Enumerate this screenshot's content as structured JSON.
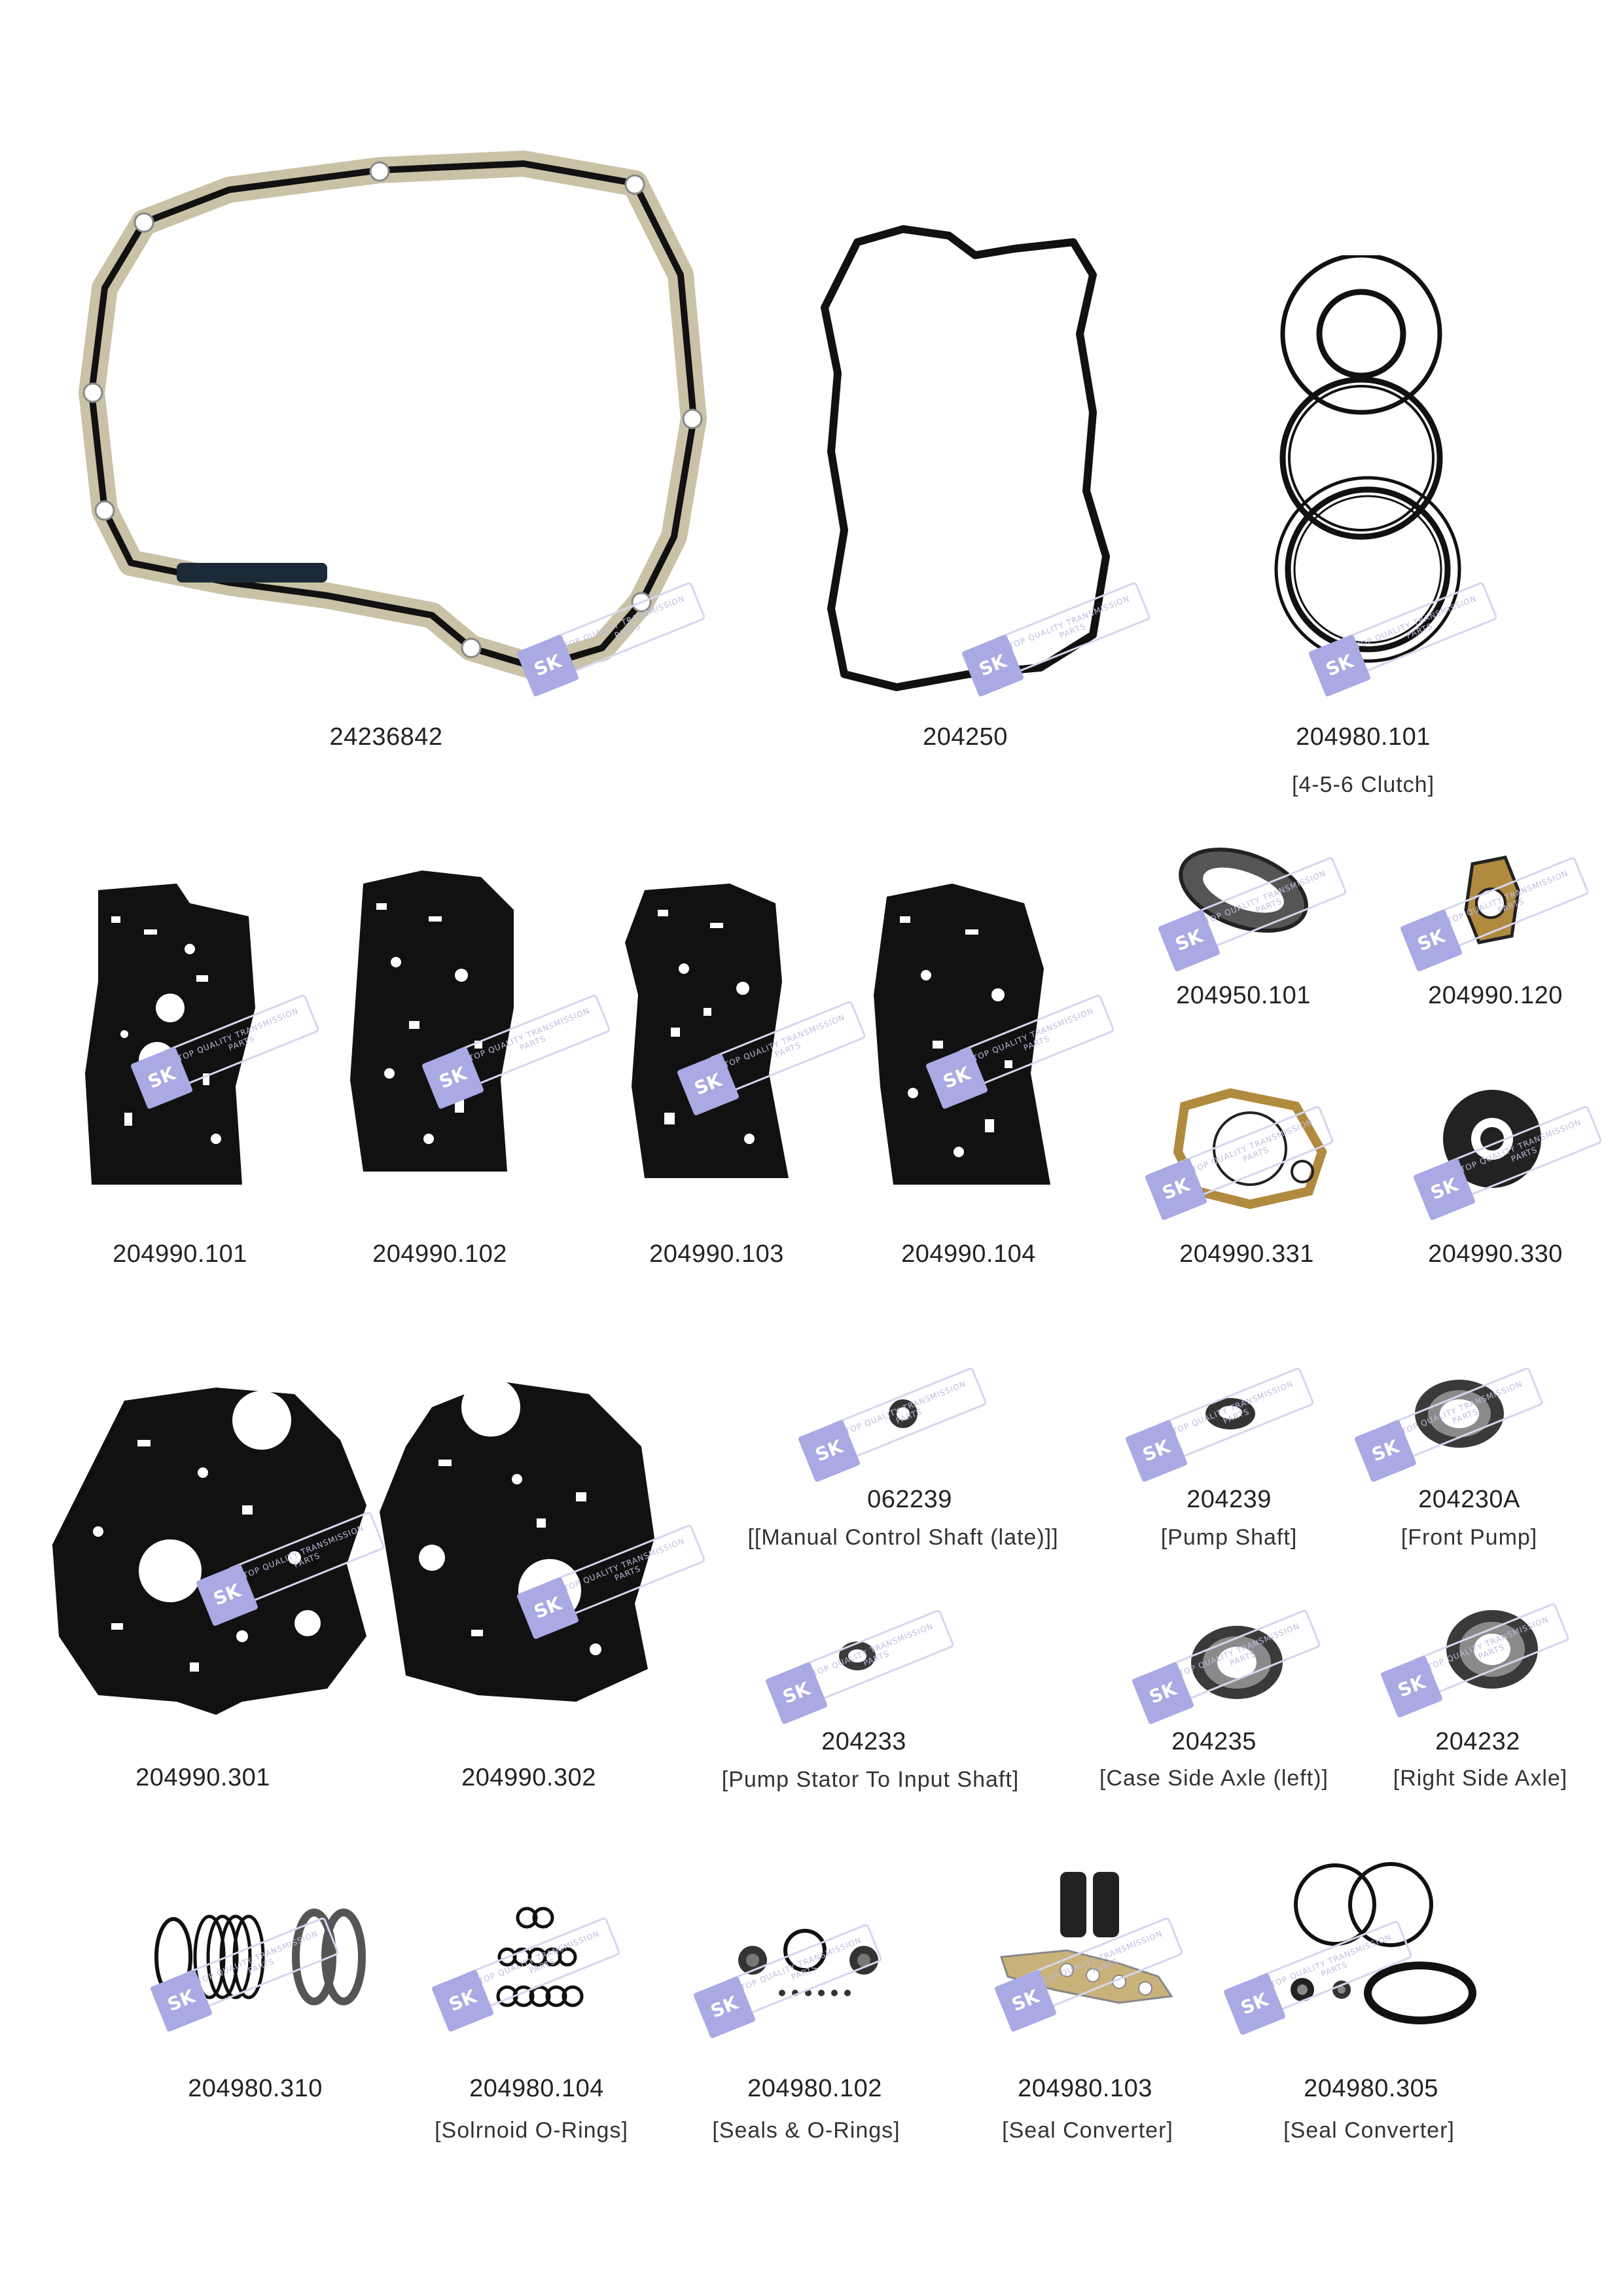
{
  "parts": [
    {
      "id": "p1",
      "code": "24236842",
      "desc": ""
    },
    {
      "id": "p2",
      "code": "204250",
      "desc": ""
    },
    {
      "id": "p3",
      "code": "204980.101",
      "desc": "[4-5-6 Clutch]"
    },
    {
      "id": "p4",
      "code": "204950.101",
      "desc": ""
    },
    {
      "id": "p5",
      "code": "204990.120",
      "desc": ""
    },
    {
      "id": "p6",
      "code": "204990.101",
      "desc": ""
    },
    {
      "id": "p7",
      "code": "204990.102",
      "desc": ""
    },
    {
      "id": "p8",
      "code": "204990.103",
      "desc": ""
    },
    {
      "id": "p9",
      "code": "204990.104",
      "desc": ""
    },
    {
      "id": "p10",
      "code": "204990.331",
      "desc": ""
    },
    {
      "id": "p11",
      "code": "204990.330",
      "desc": ""
    },
    {
      "id": "p12",
      "code": "062239",
      "desc": "[[Manual Control Shaft (late)]]"
    },
    {
      "id": "p13",
      "code": "204239",
      "desc": "[Pump  Shaft]"
    },
    {
      "id": "p14",
      "code": "204230A",
      "desc": "[Front Pump]"
    },
    {
      "id": "p15",
      "code": "204990.301",
      "desc": ""
    },
    {
      "id": "p16",
      "code": "204990.302",
      "desc": ""
    },
    {
      "id": "p17",
      "code": "204233",
      "desc": "[Pump Stator To Input Shaft]"
    },
    {
      "id": "p18",
      "code": "204235",
      "desc": "[Case Side Axle (left)]"
    },
    {
      "id": "p19",
      "code": "204232",
      "desc": "[Right Side Axle]"
    },
    {
      "id": "p20",
      "code": "204980.310",
      "desc": ""
    },
    {
      "id": "p21",
      "code": "204980.104",
      "desc": "[Solrnoid O-Rings]"
    },
    {
      "id": "p22",
      "code": "204980.102",
      "desc": "[Seals & O-Rings]"
    },
    {
      "id": "p23",
      "code": "204980.103",
      "desc": "[Seal Converter]"
    },
    {
      "id": "p24",
      "code": "204980.305",
      "desc": "[Seal Converter]"
    }
  ],
  "watermark": {
    "logo": "SK",
    "text": "TOP QUALITY TRANSMISSION PARTS"
  },
  "colors": {
    "gasket": "#111111",
    "metal": "#c9c2a6",
    "watermark": "#a9a9e3",
    "bronze": "#b08a3e"
  }
}
